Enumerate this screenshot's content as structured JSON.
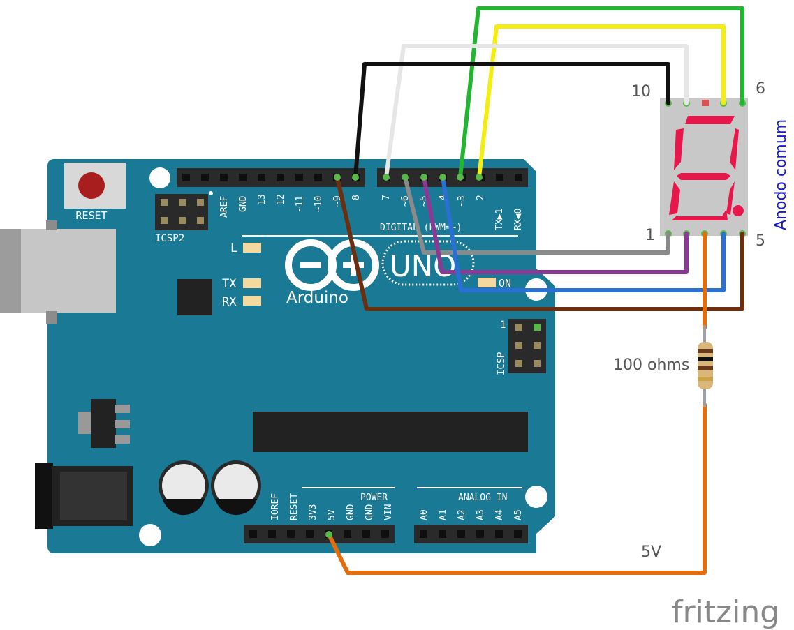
{
  "board": {
    "reset_label": "RESET",
    "icsp2_label": "ICSP2",
    "icsp_label": "ICSP",
    "icsp_pin1": "1",
    "led_l": "L",
    "led_tx": "TX",
    "led_rx": "RX",
    "led_on": "ON",
    "logo_uno": "UNO",
    "logo_brand": "Arduino",
    "digital_label": "DIGITAL (PWM=~)",
    "power_label": "POWER",
    "analog_label": "ANALOG IN",
    "digital_pins_left": [
      "AREF",
      "GND",
      "13",
      "12",
      "~11",
      "~10",
      "~9",
      "8"
    ],
    "digital_pins_right": [
      "7",
      "~6",
      "~5",
      "4",
      "~3",
      "2",
      "TX▶1",
      "RX◀0"
    ],
    "power_pins": [
      "IOREF",
      "RESET",
      "3V3",
      "5V",
      "GND",
      "GND",
      "VIN"
    ],
    "analog_pins": [
      "A0",
      "A1",
      "A2",
      "A3",
      "A4",
      "A5"
    ]
  },
  "display": {
    "side_label": "Anodo comum",
    "pin_label_tl": "10",
    "pin_label_tr": "6",
    "pin_label_bl": "1",
    "pin_label_br": "5"
  },
  "resistor": {
    "label": "100 ohms"
  },
  "wire_5v_label": "5V",
  "watermark": "fritzing",
  "colors": {
    "board": "#1a7a96",
    "header": "#2a2a2a",
    "segment": "#e8174b",
    "display_body": "#c8c8c8",
    "wire_green": "#22b530",
    "wire_yellow": "#f4ee10",
    "wire_white": "#e6e6e6",
    "wire_black": "#111111",
    "wire_gray": "#8a8a8a",
    "wire_purple": "#8a3a94",
    "wire_blue": "#2a6fd4",
    "wire_brown": "#6b2e0f",
    "wire_orange": "#e36e10"
  }
}
